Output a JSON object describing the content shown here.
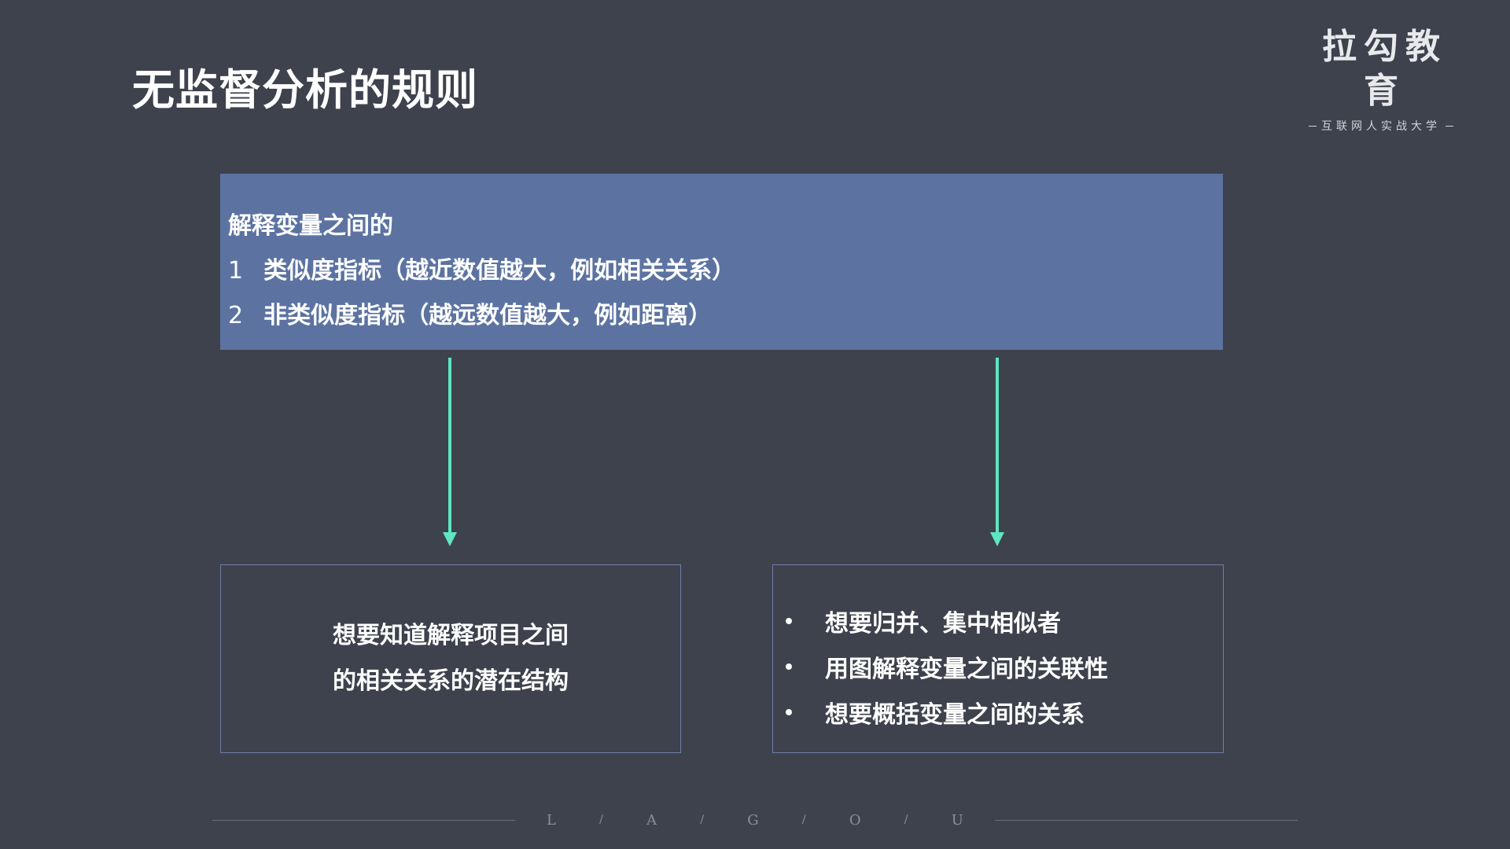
{
  "slide": {
    "title": "无监督分析的规则"
  },
  "logo": {
    "name": "拉勾教育",
    "tagline": "互联网人实战大学"
  },
  "top_box": {
    "heading": "解释变量之间的",
    "items": [
      {
        "number": "1",
        "text": "类似度指标（越近数值越大，例如相关关系）"
      },
      {
        "number": "2",
        "text": "非类似度指标（越远数值越大，例如距离）"
      }
    ]
  },
  "left_box": {
    "line1": "想要知道解释项目之间",
    "line2": "的相关关系的潜在结构"
  },
  "right_box": {
    "bullets": [
      "想要归并、集中相似者",
      "用图解释变量之间的关联性",
      "想要概括变量之间的关系"
    ]
  },
  "footer": {
    "letters": [
      "L",
      "A",
      "G",
      "O",
      "U"
    ],
    "separator": "/"
  },
  "colors": {
    "background": "#3e424d",
    "top_box": "#5c73a2",
    "arrow": "#5ee6c0",
    "box_border": "#6f7fa8"
  },
  "icons": {
    "arrow": "arrow-down-icon",
    "bullet": "bullet-dot-icon"
  }
}
